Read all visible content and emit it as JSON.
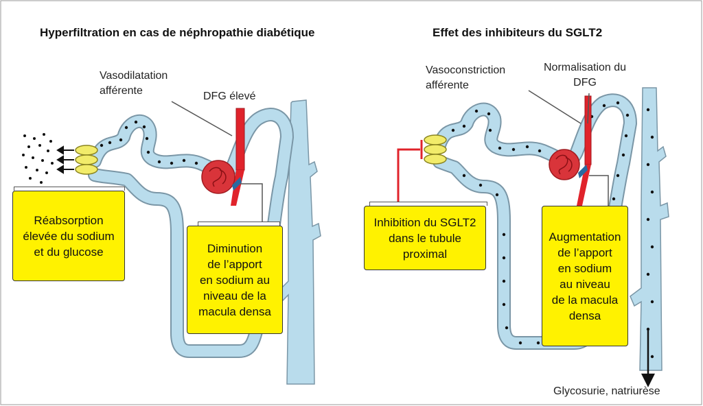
{
  "left_panel": {
    "title": "Hyperfiltration en cas de néphropathie diabétique",
    "label_vaso": "Vasodilatation\nafférente",
    "label_dfg": "DFG élevé",
    "box_reabsorption": "Réabsorption\nélevée du sodium\net du glucose",
    "box_macula": "Diminution\nde l’apport\nen sodium au\nniveau de la\nmacula densa"
  },
  "right_panel": {
    "title": "Effet des inhibiteurs du SGLT2",
    "label_vaso": "Vasoconstriction\nafférente",
    "label_dfg": "Normalisation du\nDFG",
    "box_inhibition": "Inhibition du SGLT2\ndans le tubule\nproximal",
    "box_macula": "Augmentation\nde l’apport\nen sodium\nau niveau\nde la macula\ndensa",
    "label_outcome": "Glycosurie, natriurèse"
  },
  "colors": {
    "tubule_fill": "#b9dcec",
    "tubule_outline": "#7a96a6",
    "vessel_red": "#e0232b",
    "glomerulus": "#d9343a",
    "transporter_yellow": "#f2ec6a",
    "box_yellow": "#fff200"
  }
}
